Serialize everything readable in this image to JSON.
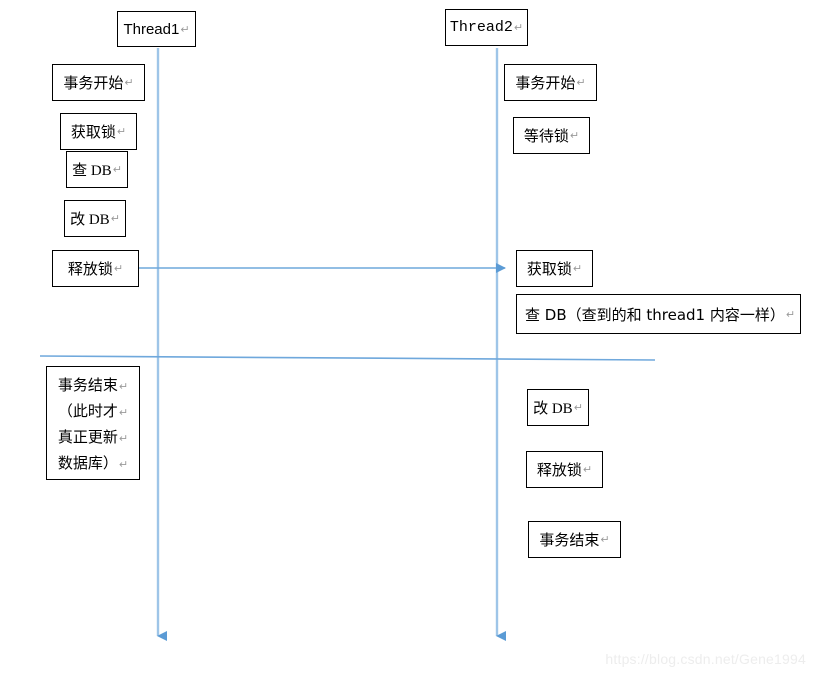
{
  "diagram": {
    "title_lanes": [
      {
        "id": "thread1",
        "label": "Thread1",
        "pilcrow": "↵"
      },
      {
        "id": "thread2",
        "label": "Thread2",
        "pilcrow": "↵"
      }
    ],
    "pilcrow": "↵",
    "colors": {
      "line": "#6fa8dc",
      "lifeline": "#9ec5e8",
      "box_border": "#000000",
      "box_fill": "#ffffff",
      "text": "#000000",
      "pilcrow": "#9a9a9a",
      "watermark": "#ededed"
    },
    "lane_left": {
      "name": "Thread1",
      "steps": [
        {
          "id": "l1",
          "text": "事务开始"
        },
        {
          "id": "l2",
          "text": "获取锁"
        },
        {
          "id": "l3",
          "text": "查 DB"
        },
        {
          "id": "l4",
          "text": "改 DB"
        },
        {
          "id": "l5",
          "text": "释放锁"
        }
      ],
      "final_step": {
        "id": "l6",
        "lines": [
          "事务结束",
          "（此时才",
          "真正更新",
          "数据库）"
        ]
      }
    },
    "lane_right": {
      "name": "Thread2",
      "steps": [
        {
          "id": "r1",
          "text": "事务开始"
        },
        {
          "id": "r2",
          "text": "等待锁"
        },
        {
          "id": "r3",
          "text": "获取锁"
        },
        {
          "id": "r4",
          "text": "查 DB（查到的和 thread1 内容一样）"
        },
        {
          "id": "r5",
          "text": "改 DB"
        },
        {
          "id": "r6",
          "text": "释放锁"
        },
        {
          "id": "r7",
          "text": "事务结束"
        }
      ]
    },
    "connectors": [
      {
        "id": "lock-handoff-arrow",
        "kind": "horizontal-arrow"
      },
      {
        "id": "commit-boundary-line",
        "kind": "horizontal-line"
      },
      {
        "id": "thread1-lifeline",
        "kind": "vertical-arrow"
      },
      {
        "id": "thread2-lifeline",
        "kind": "vertical-arrow"
      }
    ]
  },
  "watermark": {
    "text": "https://blog.csdn.net/Gene1994"
  }
}
